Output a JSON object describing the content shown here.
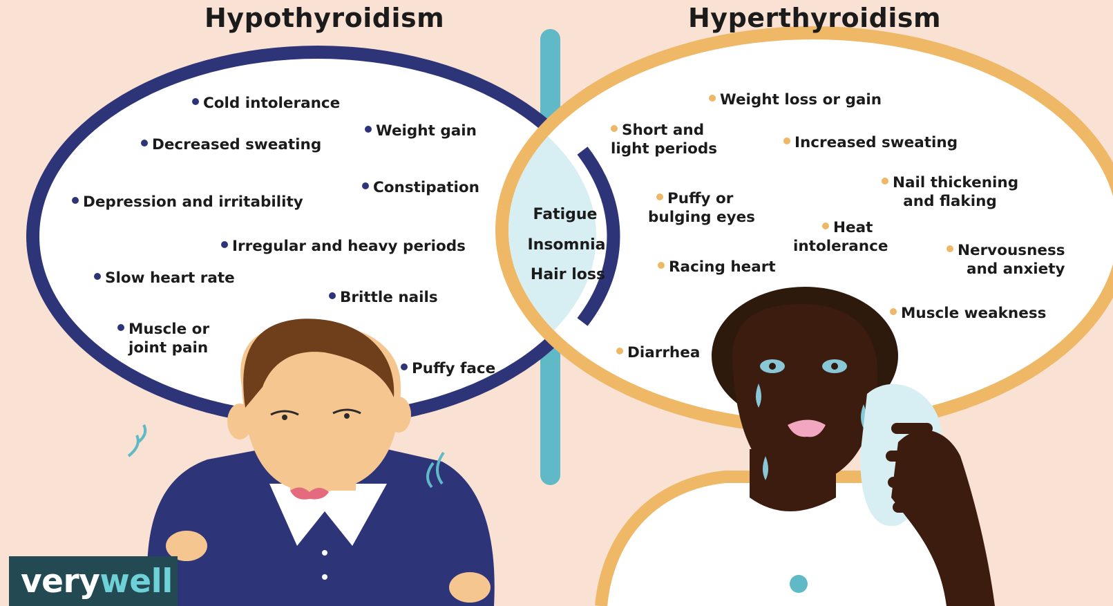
{
  "diagram": {
    "left_title": "Hypothyroidism",
    "right_title": "Hyperthyroidism",
    "hypothyroidism_symptoms": [
      "Cold intolerance",
      "Weight gain",
      "Decreased sweating",
      "Constipation",
      "Depression and irritability",
      "Irregular and heavy periods",
      "Slow heart rate",
      "Brittle nails",
      "Muscle or",
      "joint pain",
      "Puffy face"
    ],
    "hyperthyroidism_symptoms": [
      "Weight loss or gain",
      "Short and",
      "light periods",
      "Increased sweating",
      "Nail thickening",
      "and flaking",
      "Puffy or",
      "bulging eyes",
      "Heat",
      "intolerance",
      "Nervousness",
      "and anxiety",
      "Racing heart",
      "Muscle weakness",
      "Diarrhea"
    ],
    "shared_symptoms": [
      "Fatigue",
      "Insomnia",
      "Hair loss"
    ]
  },
  "brand": {
    "logo_part1": "very",
    "logo_part2": "well"
  },
  "colors": {
    "background": "#f9e2d3",
    "hypo_ring": "#2e3478",
    "hyper_ring": "#eeb867",
    "divider": "#5fb9c6",
    "overlap": "#d7eef2",
    "logo_bg": "#234952",
    "logo_accent": "#6ed1d8"
  },
  "icons": [
    "cold-person-illustration",
    "sweating-person-illustration",
    "verywell-logo"
  ]
}
